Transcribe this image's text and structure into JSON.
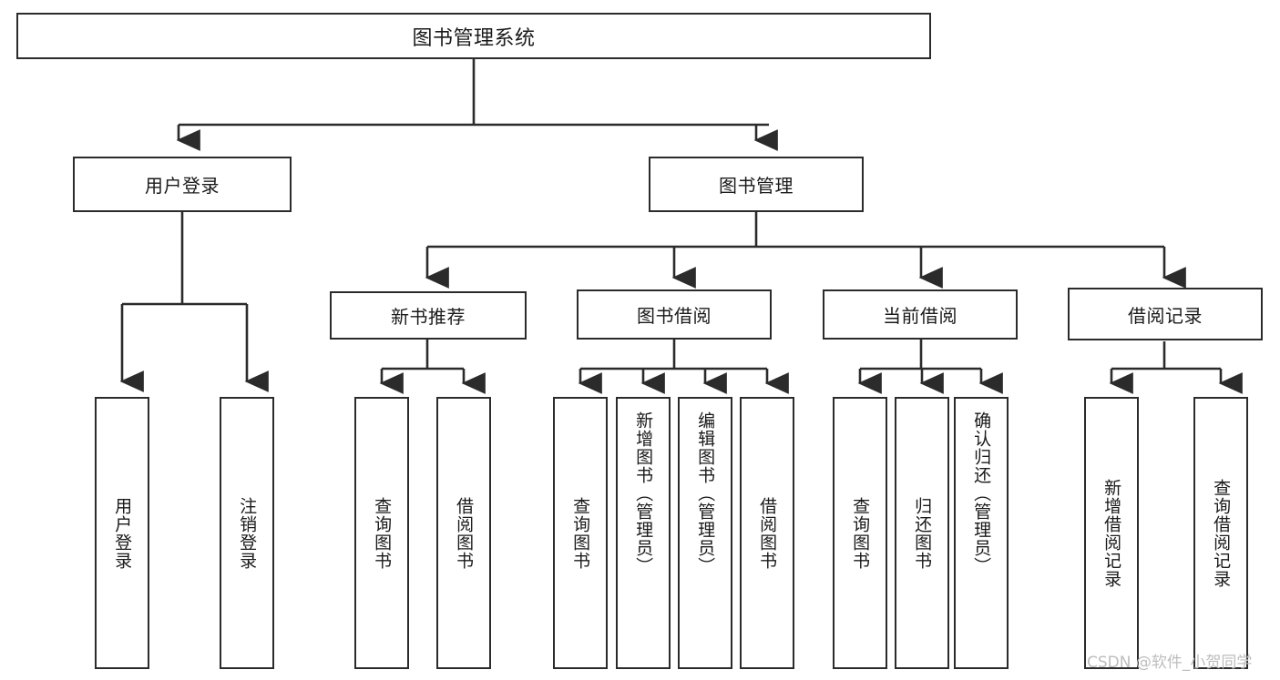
{
  "diagram": {
    "title": "图书管理系统",
    "type": "tree",
    "colors": {
      "box_border": "#2b2b2b",
      "box_fill": "#ffffff",
      "edge": "#2b2b2b",
      "text": "#1a1a1a",
      "watermark": "#bdbdbd",
      "background": "#ffffff"
    },
    "watermark": "CSDN @软件_小贺同学",
    "nodes": {
      "root": {
        "label": "图书管理系统"
      },
      "level1": [
        {
          "label": "用户登录"
        },
        {
          "label": "图书管理"
        }
      ],
      "level2": [
        {
          "label": "新书推荐"
        },
        {
          "label": "图书借阅"
        },
        {
          "label": "当前借阅"
        },
        {
          "label": "借阅记录"
        }
      ],
      "leaves": {
        "user_login": [
          {
            "label": "用户登录"
          },
          {
            "label": "注销登录"
          }
        ],
        "new_book_recommend": [
          {
            "label": "查询图书"
          },
          {
            "label": "借阅图书"
          }
        ],
        "book_borrow": [
          {
            "label": "查询图书"
          },
          {
            "label": "新增图书（管理员）"
          },
          {
            "label": "编辑图书（管理员）"
          },
          {
            "label": "借阅图书"
          }
        ],
        "current_borrow": [
          {
            "label": "查询图书"
          },
          {
            "label": "归还图书"
          },
          {
            "label": "确认归还（管理员）"
          }
        ],
        "borrow_record": [
          {
            "label": "新增借阅记录"
          },
          {
            "label": "查询借阅记录"
          }
        ]
      }
    }
  }
}
